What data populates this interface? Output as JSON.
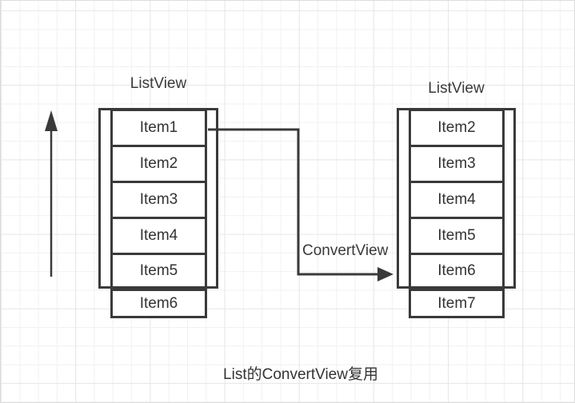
{
  "diagram": {
    "caption": "List的ConvertView复用",
    "connector_label": "ConvertView",
    "left_list": {
      "title": "ListView",
      "items": [
        "Item1",
        "Item2",
        "Item3",
        "Item4",
        "Item5",
        "Item6"
      ]
    },
    "right_list": {
      "title": "ListView",
      "items": [
        "Item2",
        "Item3",
        "Item4",
        "Item5",
        "Item6",
        "Item7"
      ]
    },
    "icons": {
      "up_arrow": "scroll-direction-up-arrow",
      "connector": "convertview-reuse-arrow"
    },
    "colors": {
      "stroke": "#3a3a3a",
      "text": "#333333",
      "shape_fill": "#ffffff",
      "background": "#ffffff",
      "grid_minor": "#f1f1f1",
      "grid_major": "#e7e7e7"
    }
  }
}
